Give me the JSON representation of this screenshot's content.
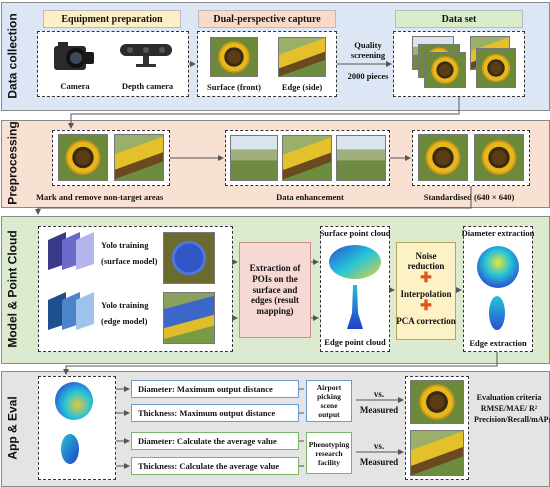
{
  "stages": {
    "collection": "Data collection",
    "preprocessing": "Preprocessing",
    "model": "Model & Point Cloud",
    "app": "App & Eval"
  },
  "collection": {
    "equipment_header": "Equipment preparation",
    "capture_header": "Dual-perspective capture",
    "dataset_header": "Data set",
    "camera_label": "Camera",
    "depth_camera_label": "Depth camera",
    "surface_label": "Surface (front)",
    "edge_label": "Edge (side)",
    "quality_line1": "Quality",
    "quality_line2": "screening",
    "pieces": "2000 pieces"
  },
  "preprocessing": {
    "mark_label": "Mark and remove non-target areas",
    "enhance_label": "Data enhancement",
    "standard_label": "Standardised (640 × 640)"
  },
  "model": {
    "yolo_surface_1": "Yolo training",
    "yolo_surface_2": "(surface model)",
    "yolo_edge_1": "Yolo training",
    "yolo_edge_2": "(edge model)",
    "extraction_text": "Extraction of POIs on the surface and edges (result mapping)",
    "surface_cloud": "Surface point cloud",
    "edge_cloud": "Edge point cloud",
    "noise": "Noise reduction",
    "interpolation": "Interpolation",
    "pca": "PCA correction",
    "diameter_extraction": "Diameter extraction",
    "edge_extraction": "Edge extraction"
  },
  "app": {
    "row1": "Diameter: Maximum output distance",
    "row2": "Thickness: Maximum output distance",
    "row3": "Diameter: Calculate the average value",
    "row4": "Thickness: Calculate the average value",
    "airport": "Airport picking scene output",
    "phenotyping": "Phenotyping research facility",
    "vs1": "vs.",
    "measured1": "Measured",
    "vs2": "vs.",
    "measured2": "Measured",
    "eval_text": "Evaluation criteria RMSE/MAE/ R² Precision/Recall/mAP@50"
  },
  "colors": {
    "collection_bg": "#dde6f4",
    "preprocessing_bg": "#f8e0d3",
    "model_bg": "#dcebd0",
    "app_bg": "#e4e4e4",
    "equipment_hdr": "#fcefc4",
    "capture_hdr": "#f9d9c7",
    "dataset_hdr": "#d9ecc9",
    "extraction_box": "#f6d8d4",
    "noise_box": "#fdf1c6",
    "plus": "#e2541c",
    "arrow": "#555555"
  },
  "icons": [
    "camera-icon",
    "depth-camera-icon",
    "plus-icon",
    "arrow-icon"
  ]
}
